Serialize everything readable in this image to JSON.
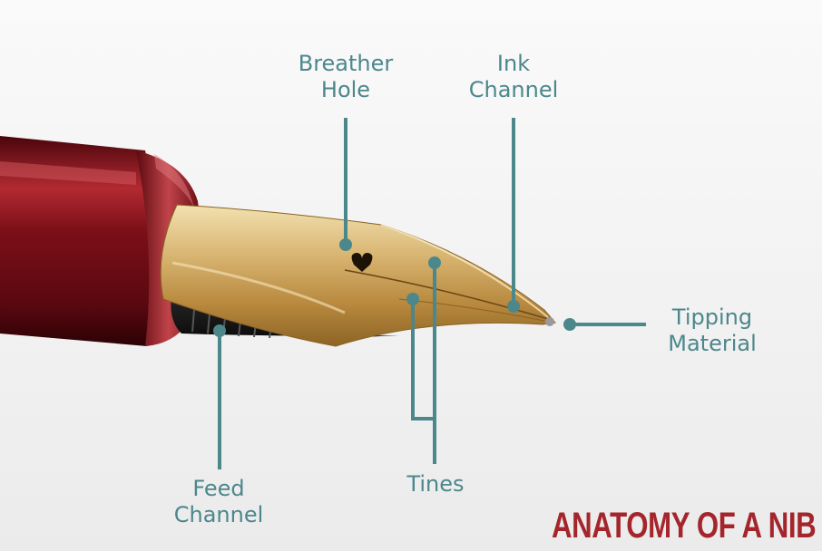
{
  "title": "ANATOMY OF A NIB",
  "labels": {
    "breather_hole": [
      "Breather",
      "Hole"
    ],
    "ink_channel": [
      "Ink",
      "Channel"
    ],
    "tipping_material": [
      "Tipping",
      "Material"
    ],
    "tines": [
      "Tines"
    ],
    "feed_channel": [
      "Feed",
      "Channel"
    ]
  },
  "colors": {
    "callout": "#4c878c",
    "title": "#a4252b",
    "pen_barrel": "#7a1018",
    "nib_gold": "#d8b877"
  }
}
